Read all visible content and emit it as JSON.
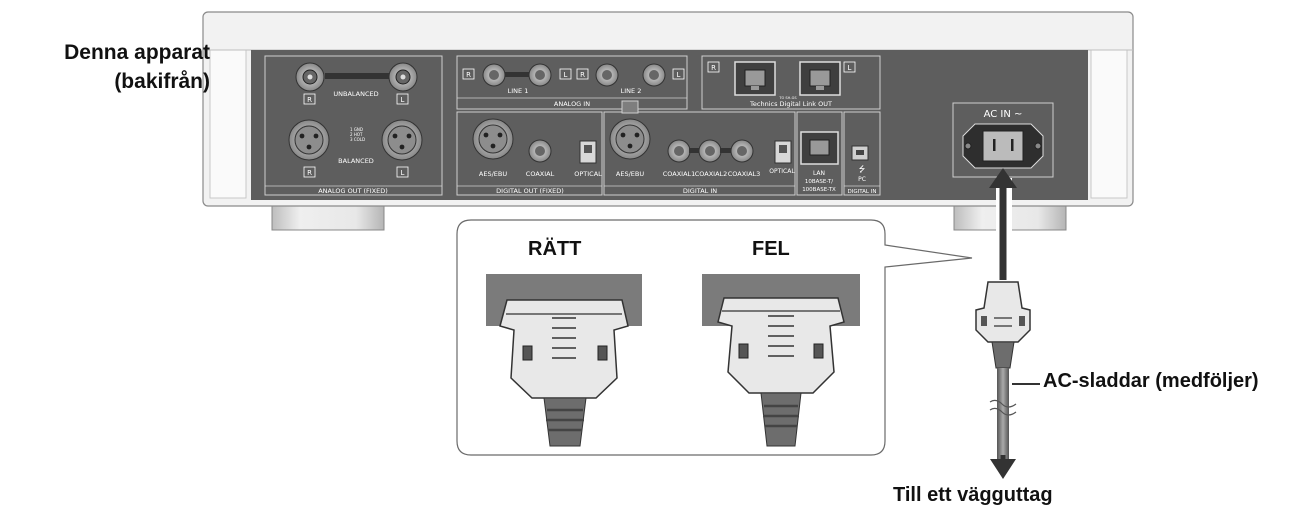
{
  "unit_label": [
    "Denna apparat",
    "(bakifrån)"
  ],
  "callout": {
    "right_title": "RÄTT",
    "wrong_title": "FEL"
  },
  "cord_label": "AC-sladdar (medföljer)",
  "outlet_label": "Till ett vägguttag",
  "panel": {
    "unbalanced": "UNBALANCED",
    "balanced": "BALANCED",
    "pin_legend": [
      "1 GND",
      "2 HOT",
      "3 COLD"
    ],
    "analog_out_fixed": "ANALOG OUT (FIXED)",
    "line1": "LINE 1",
    "line2": "LINE 2",
    "analog_in": "ANALOG  IN",
    "to_sh": "TO SH-GS",
    "link_out": "Technics Digital Link OUT",
    "aes_ebu": "AES/EBU",
    "coaxial": "COAXIAL",
    "optical": "OPTICAL",
    "digital_out_fixed": "DIGITAL OUT (FIXED)",
    "coaxial1": "COAXIAL1",
    "coaxial2": "COAXIAL2",
    "coaxial3": "COAXIAL3",
    "digital_in": "DIGITAL IN",
    "lan": [
      "LAN",
      "10BASE-T/",
      "100BASE-TX"
    ],
    "pc": "PC",
    "digital_in_pc": "DIGITAL IN",
    "ac_in": "AC IN ~",
    "ch_r": "R",
    "ch_l": "L"
  },
  "colors": {
    "panel": "#5f5f5f",
    "chassis": "#f0f0f0",
    "foot": "#dcdcdc",
    "connector": "#6e6e6e"
  }
}
